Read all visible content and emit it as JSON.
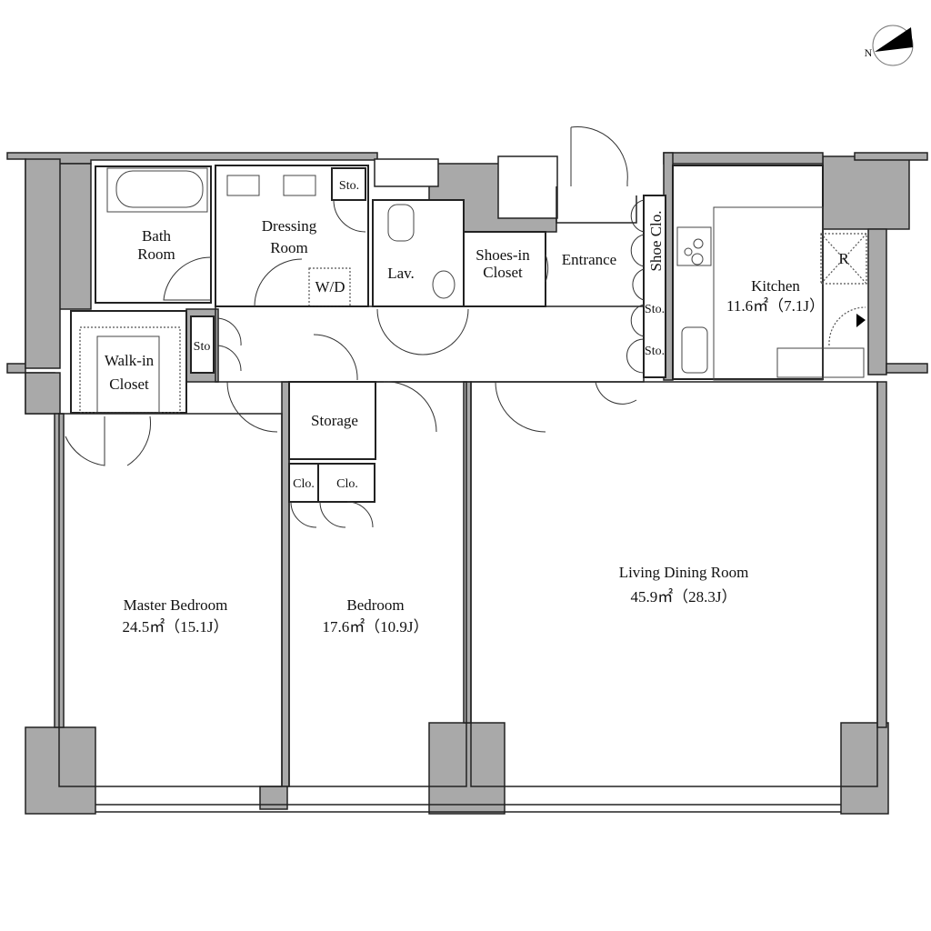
{
  "compass": {
    "label": "N",
    "icon": "north-arrow-icon"
  },
  "rooms": {
    "bath": [
      "Bath",
      "Room"
    ],
    "dressing": [
      "Dressing",
      "Room"
    ],
    "sto_dressing": "Sto.",
    "lav": "Lav.",
    "wd": "W/D",
    "shoes_closet": [
      "Shoes-in",
      "Closet"
    ],
    "entrance": "Entrance",
    "shoe_clo": "Shoe Clo.",
    "sto_hall_1": "Sto.",
    "sto_hall_2": "Sto.",
    "kitchen": {
      "name": "Kitchen",
      "area": "11.6㎡（7.1J）"
    },
    "refrigerator": "R",
    "sto_walkin": "Sto",
    "walkin": [
      "Walk-in",
      "Closet"
    ],
    "storage": "Storage",
    "clo_1": "Clo.",
    "clo_2": "Clo.",
    "living": {
      "name": "Living Dining Room",
      "area": "45.9㎡（28.3J）"
    },
    "master": {
      "name": "Master Bedroom",
      "area": "24.5㎡（15.1J）"
    },
    "bedroom": {
      "name": "Bedroom",
      "area": "17.6㎡（10.9J）"
    }
  }
}
